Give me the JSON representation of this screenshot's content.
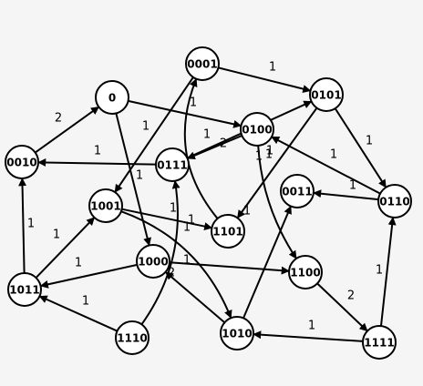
{
  "graph": {
    "nodes": [
      {
        "id": "0001",
        "label": "0001"
      },
      {
        "id": "0",
        "label": "0"
      },
      {
        "id": "0101",
        "label": "0101"
      },
      {
        "id": "0100",
        "label": "0100"
      },
      {
        "id": "0010",
        "label": "0010"
      },
      {
        "id": "0111",
        "label": "0111"
      },
      {
        "id": "0011",
        "label": "0011"
      },
      {
        "id": "0110",
        "label": "0110"
      },
      {
        "id": "1001",
        "label": "1001"
      },
      {
        "id": "1101",
        "label": "1101"
      },
      {
        "id": "1000",
        "label": "1000"
      },
      {
        "id": "1100",
        "label": "1100"
      },
      {
        "id": "1011",
        "label": "1011"
      },
      {
        "id": "1110",
        "label": "1110"
      },
      {
        "id": "1010",
        "label": "1010"
      },
      {
        "id": "1111",
        "label": "1111"
      }
    ],
    "edges": [
      {
        "from": "0010",
        "to": "0",
        "weight": "2"
      },
      {
        "from": "0",
        "to": "0100",
        "weight": "1"
      },
      {
        "from": "0",
        "to": "1000",
        "weight": "1"
      },
      {
        "from": "0001",
        "to": "0101",
        "weight": "1"
      },
      {
        "from": "0001",
        "to": "1001",
        "weight": "1"
      },
      {
        "from": "0101",
        "to": "0110",
        "weight": "1"
      },
      {
        "from": "0101",
        "to": "1101",
        "weight": "1"
      },
      {
        "from": "0100",
        "to": "0111",
        "weight": "2"
      },
      {
        "from": "0100",
        "to": "1100",
        "weight": "1"
      },
      {
        "from": "0111",
        "to": "0010",
        "weight": "1"
      },
      {
        "from": "0111",
        "to": "0101",
        "weight": "1"
      },
      {
        "from": "1101",
        "to": "0001",
        "weight": "1"
      },
      {
        "from": "0110",
        "to": "0100",
        "weight": "1"
      },
      {
        "from": "0110",
        "to": "0011",
        "weight": "1"
      },
      {
        "from": "1001",
        "to": "1101",
        "weight": "1"
      },
      {
        "from": "1001",
        "to": "1010",
        "weight": "1"
      },
      {
        "from": "1011",
        "to": "0010",
        "weight": "1"
      },
      {
        "from": "1011",
        "to": "1001",
        "weight": "1"
      },
      {
        "from": "1000",
        "to": "1011",
        "weight": "1"
      },
      {
        "from": "1000",
        "to": "1100",
        "weight": "1"
      },
      {
        "from": "1110",
        "to": "1011",
        "weight": "1"
      },
      {
        "from": "1110",
        "to": "0111",
        "weight": "1"
      },
      {
        "from": "1010",
        "to": "1000",
        "weight": "2"
      },
      {
        "from": "1010",
        "to": "0011",
        "weight": "1"
      },
      {
        "from": "1111",
        "to": "1010",
        "weight": "1"
      },
      {
        "from": "1111",
        "to": "0110",
        "weight": "1"
      },
      {
        "from": "1100",
        "to": "1111",
        "weight": "2"
      }
    ]
  }
}
